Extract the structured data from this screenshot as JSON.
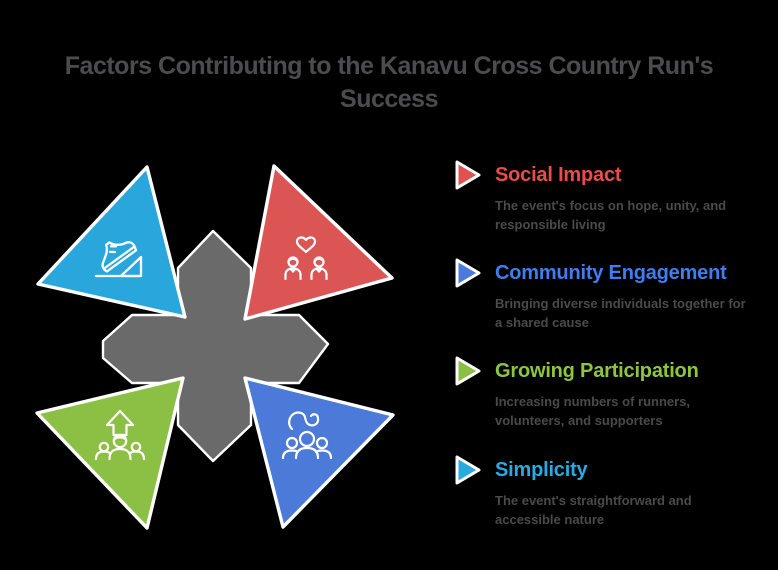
{
  "title": {
    "line1": "Factors Contributing to the Kanavu Cross Country Run's",
    "line2": "Success"
  },
  "colors": {
    "background": "#000000",
    "title_text": "#4C4C4E",
    "description_text": "#4A4A4A",
    "center_shape": "#6A6A6A",
    "outline": "#FFFFFF"
  },
  "diagram": {
    "center_fill": "#6A6A6A",
    "segments": [
      {
        "name": "simplicity",
        "position": "top-left",
        "fill": "#29A7DD",
        "icon": "running-shoe-icon"
      },
      {
        "name": "social-impact",
        "position": "top-right",
        "fill": "#DC5555",
        "icon": "heart-people-icon"
      },
      {
        "name": "growing-participation",
        "position": "bottom-left",
        "fill": "#8CC044",
        "icon": "growth-people-icon"
      },
      {
        "name": "community-engagement",
        "position": "bottom-right",
        "fill": "#4B7AD9",
        "icon": "team-people-icon"
      }
    ]
  },
  "legend": {
    "items": [
      {
        "id": "social-impact",
        "label": "Social Impact",
        "description": "The event's focus on hope, unity, and responsible living",
        "color": "#EE4A4A",
        "arrow_color": "#E05252"
      },
      {
        "id": "community-engagement",
        "label": "Community Engagement",
        "description": "Bringing diverse individuals together for a shared cause",
        "color": "#3E7EF0",
        "arrow_color": "#4B7ADA"
      },
      {
        "id": "growing-participation",
        "label": "Growing Participation",
        "description": "Increasing numbers of runners, volunteers, and supporters",
        "color": "#8CC63F",
        "arrow_color": "#8CC044"
      },
      {
        "id": "simplicity",
        "label": "Simplicity",
        "description": "The event's straightforward and accessible nature",
        "color": "#29ABE2",
        "arrow_color": "#2AA9DF"
      }
    ]
  }
}
